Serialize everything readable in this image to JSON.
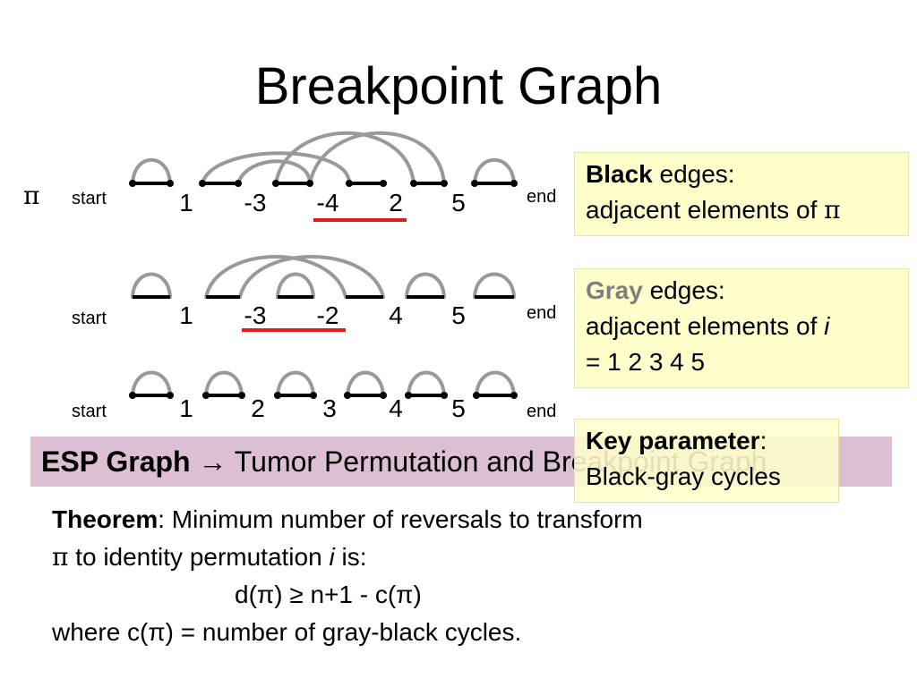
{
  "title": "Breakpoint Graph",
  "rows": [
    {
      "pi_label": "π",
      "start_label": "start",
      "end_label": "end",
      "elements": [
        "1",
        "-3",
        "-4",
        "2",
        "5"
      ],
      "underline": [
        "-4",
        "2"
      ]
    },
    {
      "start_label": "start",
      "end_label": "end",
      "elements": [
        "1",
        "-3",
        "-2",
        "4",
        "5"
      ],
      "underline": [
        "-3",
        "-2"
      ]
    },
    {
      "start_label": "start",
      "end_label": "end",
      "elements": [
        "1",
        "2",
        "3",
        "4",
        "5"
      ]
    }
  ],
  "boxes": {
    "black": {
      "bold": "Black",
      "rest": " edges:",
      "line2_text": "adjacent elements of ",
      "line2_symbol": "π"
    },
    "gray": {
      "bold": "Gray",
      "rest": " edges:",
      "line2_text": "adjacent elements of ",
      "line2_italic": "i",
      "line3": "= 1 2 3 4 5"
    },
    "key": {
      "bold": "Key parameter",
      "colon": ":",
      "line2": "Black-gray cycles"
    }
  },
  "esp": {
    "bold": "ESP Graph",
    "arrow_text": " → Tumor Permutation and Breakpoint Graph"
  },
  "theorem": {
    "label": "Theorem",
    "line1_rest": ": Minimum number of reversals to transform",
    "line2_pi": "π",
    "line2_text": " to identity permutation ",
    "line2_i": "i",
    "line2_end": " is:",
    "formula": "d(π) ≥ n+1 - c(π)",
    "line4": "where c(π) = number of gray-black cycles."
  },
  "colors": {
    "gray_edge": "#999999",
    "red_underline": "#e31b1b",
    "box_bg": "#ffffcc",
    "band_bg": "#dcbfd2"
  }
}
